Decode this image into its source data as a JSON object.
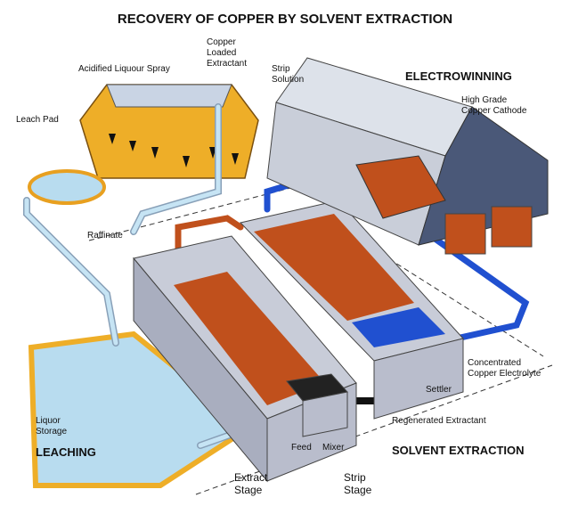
{
  "title": "RECOVERY OF COPPER BY SOLVENT EXTRACTION",
  "sections": {
    "leaching": "LEACHING",
    "solvent_extraction": "SOLVENT EXTRACTION",
    "electrowinning": "ELECTROWINNING"
  },
  "labels": {
    "acidified_spray": "Acidified Liquour Spray",
    "copper_loaded_1": "Copper",
    "copper_loaded_2": "Loaded",
    "copper_loaded_3": "Extractant",
    "strip_solution_1": "Strip",
    "strip_solution_2": "Solution",
    "high_grade_1": "High Grade",
    "high_grade_2": "Copper Cathode",
    "leach_pad": "Leach Pad",
    "raffinate": "Raffinate",
    "concentrated_1": "Concentrated",
    "concentrated_2": "Copper Electrolyte",
    "settler": "Settler",
    "regenerated": "Regenerated Extractant",
    "liquor_1": "Liquor",
    "liquor_2": "Storage",
    "feed": "Feed",
    "mixer": "Mixer",
    "extract_1": "Extract",
    "extract_2": "Stage",
    "strip_1": "Strip",
    "strip_2": "Stage"
  },
  "colors": {
    "orange": "#e8a020",
    "copper": "#c0501c",
    "liquor": "#b8dcef",
    "electrolyte": "#2050d0",
    "tank": "#c8ccd8"
  }
}
